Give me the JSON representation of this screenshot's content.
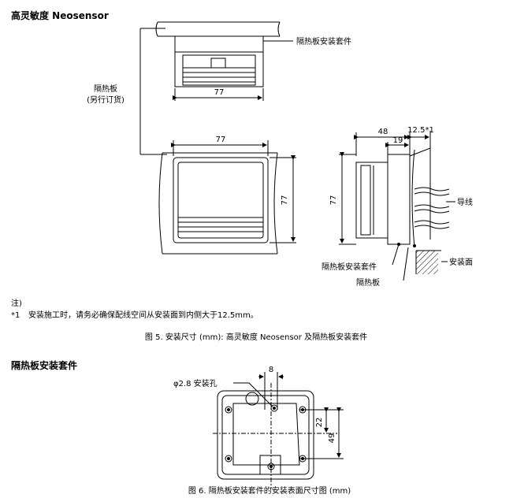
{
  "section1": {
    "title": "高灵敏度 Neosensor"
  },
  "top_view": {
    "callout_kit": "隔热板安装套件",
    "width_label": "77"
  },
  "heat_plate_callout": {
    "line1": "隔热板",
    "line2": "(另行订货)"
  },
  "front_view": {
    "width_label": "77",
    "height_label": "77"
  },
  "side_view": {
    "depth_label": "48",
    "inner_label": "19",
    "gap_label": "12.5*1",
    "height_label": "77",
    "wire_label": "导线",
    "kit_label": "隔热板安装套件",
    "plate_label": "隔热板",
    "surface_label": "安装面"
  },
  "notes": {
    "head": "注)",
    "mark": "*1",
    "text": "安装施工时，请务必确保配线空间从安装面到内侧大于12.5mm。"
  },
  "figure5_caption": "图 5.  安装尺寸 (mm): 高灵敏度 Neosensor 及隔热板安装套件",
  "section2": {
    "title": "隔热板安装套件"
  },
  "bottom_view": {
    "hole_label": "φ2.8 安装孔",
    "top_dim": "8",
    "dim_22": "22",
    "dim_49": "49"
  },
  "figure6_caption": "图 6.  隔热板安装套件的安装表面尺寸图 (mm)"
}
